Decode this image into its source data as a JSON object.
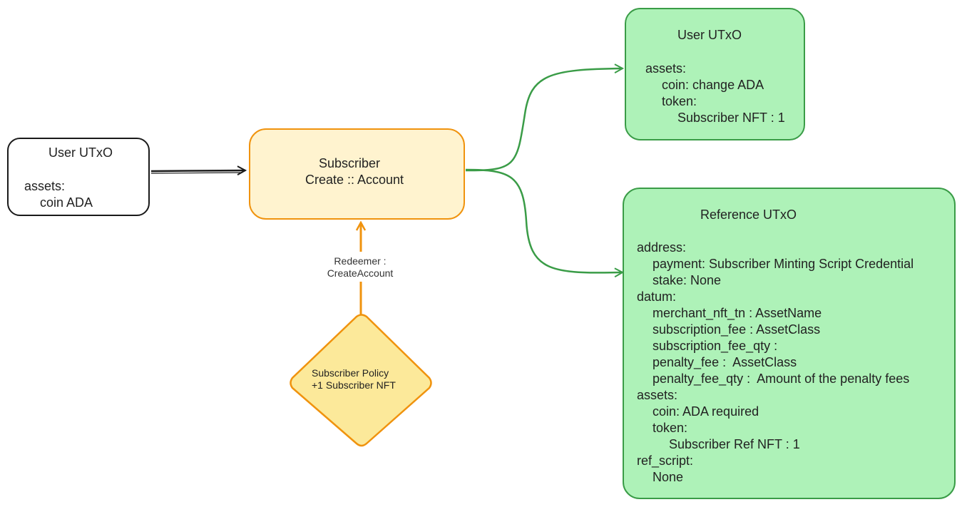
{
  "user_input_utxo": {
    "title": "User UTxO",
    "lines": [
      "assets:",
      "coin ADA"
    ]
  },
  "transaction": {
    "title": "Subscriber",
    "subtitle": "Create :: Account"
  },
  "redeemer": {
    "line1": "Redeemer :",
    "line2": "CreateAccount"
  },
  "minting_policy": {
    "line1": "Subscriber Policy",
    "line2": "+1 Subscriber NFT"
  },
  "user_output_utxo": {
    "title": "User UTxO",
    "lines": [
      "assets:",
      "coin: change ADA",
      "token:",
      "Subscriber NFT : 1"
    ]
  },
  "reference_utxo": {
    "title": "Reference UTxO",
    "lines": [
      "address:",
      "payment: Subscriber Minting Script Credential",
      "stake: None",
      "datum:",
      "merchant_nft_tn : AssetName",
      "subscription_fee : AssetClass",
      "subscription_fee_qty :",
      "penalty_fee :  AssetClass",
      "penalty_fee_qty :  Amount of the penalty fees",
      "assets:",
      "coin: ADA required",
      "token:",
      "Subscriber Ref NFT : 1",
      "ref_script:",
      "None"
    ]
  },
  "colors": {
    "orange": "#f0930e",
    "tx_fill": "#fff3cf",
    "diamond_fill": "#fce99a",
    "green": "#3a9c47",
    "green_fill": "#aef2b8",
    "dark": "#1a1a1a"
  }
}
